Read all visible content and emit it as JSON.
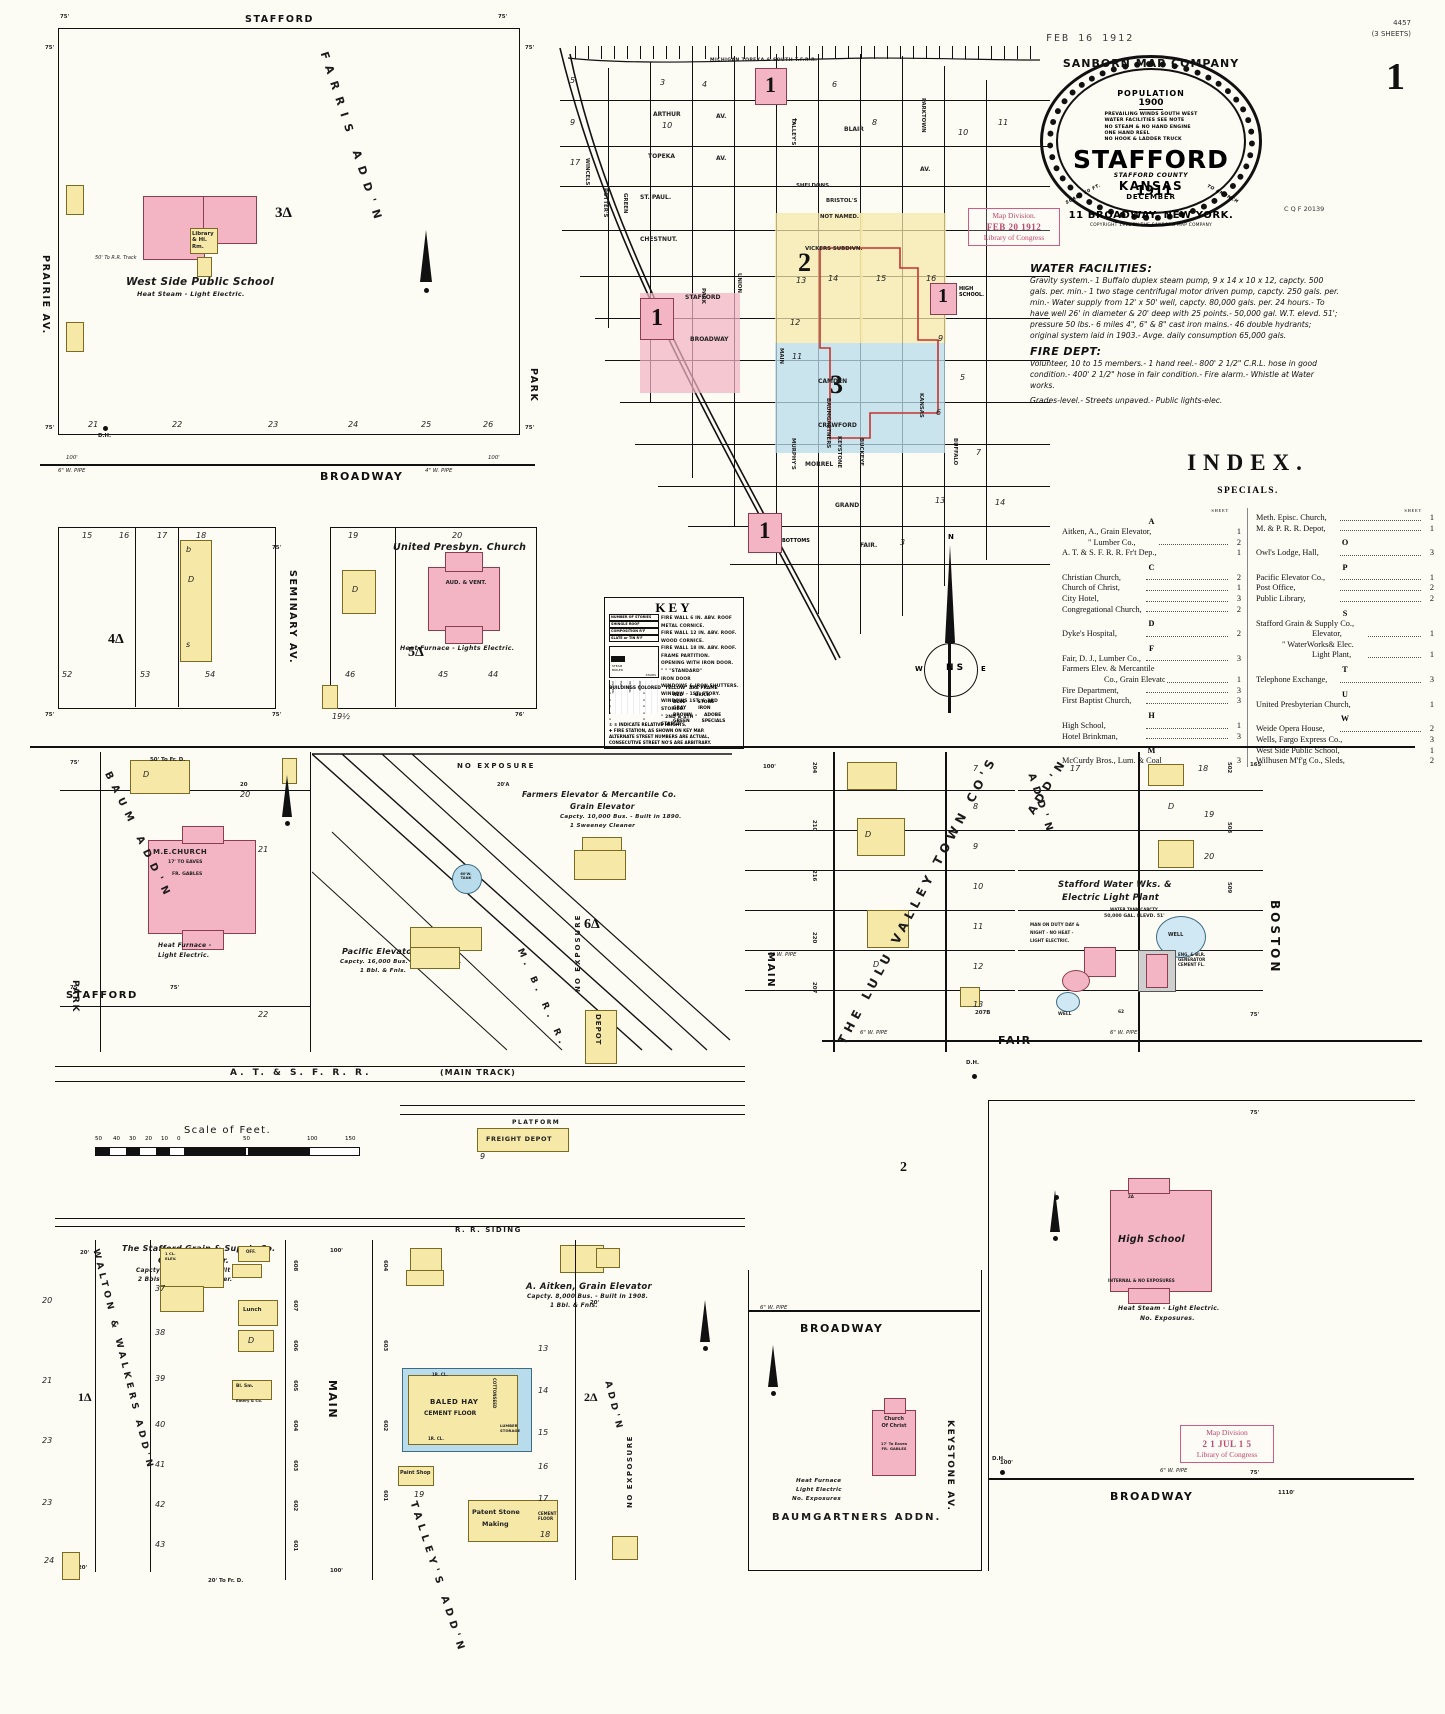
{
  "sheet": {
    "stamp_date": "FEB 16 1912",
    "catalog_number": "4457",
    "sheet_count": "(3 SHEETS)",
    "sheet_number": "1",
    "loc_stamp": {
      "line1": "Map Division.",
      "line2": "FEB 20 1912",
      "line3": "Library of Congress"
    },
    "loc_stamp_bottom": {
      "line1": "Map Division",
      "line2": "2 1 JUL 1 5",
      "line3": "Library of Congress"
    },
    "corner_code": "C Q F  20139"
  },
  "seal": {
    "company": "SANBORN MAP COMPANY",
    "population_label": "POPULATION",
    "population": "1900",
    "notes": [
      "PREVAILING WINDS SOUTH WEST",
      "WATER FACILITIES SEE NOTE",
      "NO STEAM & NO HAND ENGINE",
      "ONE HAND REEL",
      "NO HOOK & LADDER TRUCK"
    ],
    "city": "STAFFORD",
    "county": "STAFFORD COUNTY",
    "state": "KANSAS",
    "month": "DECEMBER",
    "year": "1911",
    "scale_left": "SCALE 50 FT.",
    "scale_right": "TO AN INCH",
    "address": "11 BROADWAY, NEW YORK.",
    "copyright": "COPYRIGHT 1912 BY THE SANBORN MAP COMPANY"
  },
  "notes": {
    "water_title": "WATER FACILITIES:",
    "water_body": "Gravity system.- 1 Buffalo duplex steam pump, 9 x 14 x 10 x 12, capcty. 500 gals. per. min.- 1 two stage centrifugal motor driven pump, capcty. 250 gals. per. min.- Water supply from 12' x 50' well, capcty. 80,000 gals. per. 24 hours.- To have well 26' in diameter & 20' deep with 25 points.- 50,000 gal. W.T. elevd. 51'; pressure 50 lbs.- 6 miles 4\", 6\" & 8\" cast iron mains.- 46 double hydrants; original system laid in 1903.- Avge. daily consumption 65,000 gals.",
    "fire_title": "FIRE DEPT:",
    "fire_body": "Volunteer, 10 to 15 members.- 1 hand reel.- 800' 2 1/2\" C.R.L. hose in good condition.- 400' 2 1/2\" hose in fair condition.- Fire alarm.- Whistle at Water works.",
    "grades": "Grades-level.- Streets unpaved.- Public lights-elec."
  },
  "index": {
    "title": "INDEX.",
    "subtitle": "SPECIALS.",
    "sheet_col_label": "SHEET",
    "left": [
      {
        "letter": "A"
      },
      {
        "name": "Aitken, A., Grain Elevator,",
        "page": "1",
        "dots": false
      },
      {
        "name": "\"          Lumber Co.,",
        "page": "2",
        "indent": 1
      },
      {
        "name": "A. T. & S. F. R. R. Fr't Dep.,",
        "page": "1",
        "dots": false
      },
      {
        "letter": "C"
      },
      {
        "name": "Christian Church,",
        "page": "2"
      },
      {
        "name": "Church of Christ,",
        "page": "1"
      },
      {
        "name": "City Hotel,",
        "page": "3"
      },
      {
        "name": "Congregational Church,",
        "page": "2"
      },
      {
        "letter": "D"
      },
      {
        "name": "Dyke's Hospital,",
        "page": "2"
      },
      {
        "letter": "F"
      },
      {
        "name": "Fair, D. J., Lumber Co.,",
        "page": "3"
      },
      {
        "name": "Farmers Elev. & Mercantile",
        "page": "",
        "dots": false
      },
      {
        "name": "Co., Grain Elevator,",
        "page": "1",
        "indent": 2
      },
      {
        "name": "Fire Department,",
        "page": "3"
      },
      {
        "name": "First Baptist Church,",
        "page": "3"
      },
      {
        "letter": "H"
      },
      {
        "name": "High School,",
        "page": "1"
      },
      {
        "name": "Hotel Brinkman,",
        "page": "3"
      },
      {
        "letter": "M"
      },
      {
        "name": "McCurdy Bros., Lum. & Coal",
        "page": "3",
        "dots": false
      }
    ],
    "right": [
      {
        "name": "Meth. Episc. Church,",
        "page": "1"
      },
      {
        "name": "M. & P. R. R. Depot,",
        "page": "1"
      },
      {
        "letter": "O"
      },
      {
        "name": "Owl's Lodge, Hall,",
        "page": "3"
      },
      {
        "letter": "P"
      },
      {
        "name": "Pacific Elevator Co.,",
        "page": "1"
      },
      {
        "name": "Post Office,",
        "page": "2"
      },
      {
        "name": "Public Library,",
        "page": "2"
      },
      {
        "letter": "S"
      },
      {
        "name": "Stafford Grain & Supply Co.,",
        "page": "",
        "dots": false
      },
      {
        "name": "Elevator,",
        "page": "1",
        "indent": 3
      },
      {
        "name": "\"         WaterWorks& Elec.",
        "page": "",
        "dots": false,
        "indent": 1
      },
      {
        "name": "Light Plant,",
        "page": "1",
        "indent": 3
      },
      {
        "letter": "T"
      },
      {
        "name": "Telephone Exchange,",
        "page": "3"
      },
      {
        "letter": "U"
      },
      {
        "name": "United Presbyterian Church,",
        "page": "1",
        "dots": false
      },
      {
        "letter": "W"
      },
      {
        "name": "Weide Opera House,",
        "page": "2"
      },
      {
        "name": "Wells, Fargo Express Co.,",
        "page": "3",
        "dots": false
      },
      {
        "name": "West Side Public School,",
        "page": "1",
        "dots": false
      },
      {
        "name": "Wilhusen M'f'g Co., Sleds,",
        "page": "2",
        "dots": false
      }
    ]
  },
  "key": {
    "title": "KEY",
    "items": [
      "FIRE WALL 6 IN. ABV. ROOF",
      "METAL CORNICE.",
      "FIRE WALL 12 IN. ABV. ROOF.",
      "WOOD CORNICE.",
      "FIRE WALL 18 IN. ABV. ROOF.",
      "FRAME PARTITION.",
      "OPENING WITH IRON DOOR.",
      "\"        \"   \"STANDARD\"",
      "IRON DOOR",
      "WINDOWS & IRON SHUTTERS.",
      "WINDOW - 1ST. STORY.",
      "WINDOWS 1ST. & 3RD STORIES.",
      "\"      2ND & 4TH    \"",
      "STABLE"
    ],
    "swatch_notes": [
      "NUMBER OF STORIES",
      "SHINGLE ROOF",
      "COMPOSITION R'F",
      "SLATE or TIN R'F"
    ],
    "colors_intro": "BUILDINGS  COLORED",
    "colors": [
      {
        "name": "YELLOW",
        "meaning": "ARE FRAME"
      },
      {
        "name": "RED",
        "meaning": "BRICK"
      },
      {
        "name": "BLUE",
        "meaning": "STONE"
      },
      {
        "name": "GRAY",
        "meaning": "IRON"
      },
      {
        "name": "BROWN",
        "meaning": "ADOBE"
      },
      {
        "name": "GREEN",
        "meaning": "SPECIALS"
      }
    ],
    "footer": [
      "① ② INDICATE RELATIVE HEIGHTS.",
      "✚  FIRE STATION, AS SHOWN ON KEY MAP.",
      "ALTERNATE STREET NUMBERS ARE ACTUAL,",
      "CONSECUTIVE STREET NO'S ARE ARBITRARY."
    ]
  },
  "scale": {
    "title": "Scale of Feet.",
    "ticks": [
      "50",
      "40",
      "30",
      "20",
      "10",
      "0",
      "50",
      "100",
      "150"
    ]
  },
  "compass": {
    "n": "N",
    "s": "S",
    "e": "E",
    "w": "W"
  },
  "key_map": {
    "division_numbers": [
      "1",
      "2",
      "3",
      "1",
      "1",
      "1",
      "1"
    ],
    "labels": [
      "MICHIGAN TOPEKA & SOUTH T.F.R.R.",
      "VICKERS SUBDIVN.",
      "ADDN.",
      "PARKTOWN",
      "BRISTOL'S",
      "SHELDONS",
      "NOT NAMED.",
      "BROADWAY",
      "CAMDEN",
      "CRAWFORD",
      "MORREL",
      "GRAND",
      "FAIR.",
      "BUFFALO",
      "KANSAS",
      "BUCKEYE",
      "KEYSTONE",
      "MURPHY'S",
      "CHESTNUT.",
      "ST. PAUL.",
      "TOPEKA   AV.",
      "ARTHUR   AV.",
      "BLAIR   AV.",
      "STAFFORD",
      "MAIN",
      "UNION",
      "PARK",
      "SEMINARY",
      "POTTER'S",
      "WINCELS",
      "GREEN",
      "TALLEY'S",
      "HIGH SCHOOL",
      "BOTTOMS"
    ]
  },
  "plates": {
    "west_side_school": {
      "title": "West Side Public School",
      "subtitle": "Heat Steam - Light Electric.",
      "block": "3Δ",
      "note_left": "50' To R.R. Track",
      "corner_note": "Library & Hi. Rm."
    },
    "presby": {
      "title": "United Presbyn. Church",
      "subtitle": "Heat Furnace - Lights Electric.",
      "block": "5Δ",
      "vent": "AUD. & VENT."
    },
    "block4": {
      "block": "4Δ"
    },
    "me_church": {
      "title": "M.E.CHURCH",
      "sub1": "17' TO EAVES",
      "sub2": "FR. GABLES",
      "subtitle": "Heat Furnace -",
      "subtitle2": "Light Electric."
    },
    "block6": {
      "block": "6Δ"
    },
    "farmers_elev": {
      "title": "Farmers Elevator & Mercantile Co.",
      "title2": "Grain Elevator",
      "capacity": "Capcty. 10,000 Bus. - Built in 1890.",
      "note": "1 Sweeney Cleaner"
    },
    "pacific_elev": {
      "title": "Pacific Elevator Co.",
      "capacity": "Capcty. 16,000 Bus. - Built in 1901.",
      "note": "1 Bbl. & Fnls."
    },
    "stafford_grain": {
      "title": "The Stafford Grain & Supply Co.",
      "title2": "Grain Elevator.",
      "capacity": "Capcty. 10,000 Bus. - Built in 1908.",
      "note": "2 Bbls. & Fnls. - 1 Cleaner."
    },
    "aitken_elev": {
      "title": "A. Aitken, Grain Elevator",
      "capacity": "Capcty. 8,000 Bus. - Built in 1908.",
      "note": "1 Bbl. & Fnls."
    },
    "water_works": {
      "title": "Stafford Water Wks. &",
      "title2": "Electric Light Plant",
      "sub1": "WATER TANK CAPCTY.",
      "sub2": "50,000 GAL. ELEVD. 51'",
      "note1": "MAN ON DUTY DAY &",
      "note2": "NIGHT - NO HEAT -",
      "note3": "LIGHT ELECTRIC.",
      "well": "WELL",
      "engine": "ENG. &BLR.",
      "cement": "CEMENT FL."
    },
    "high_school": {
      "title": "High School",
      "subtitle": "Heat Steam - Light Electric.",
      "subtitle2": "No. Exposures."
    },
    "church_of_christ": {
      "title": "Church",
      "title2": "Of Christ",
      "sub": "17' To Eaves",
      "sub2": "FR. GABLES"
    },
    "freight_depot": {
      "label": "FREIGHT DEPOT"
    },
    "depot": {
      "label": "DEPOT"
    },
    "rr_main": {
      "label": "A. T. & S. F. R. R.",
      "track": "(MAIN TRACK)"
    },
    "rr_siding": {
      "label": "R. R. SIDING"
    },
    "platform": {
      "label": "PLATFORM"
    },
    "baled_hay": {
      "label1": "BALED HAY",
      "label2": "CEMENT FLOOR"
    },
    "patent_stone": {
      "label1": "Patent Stone",
      "label2": "Making"
    },
    "paint_shop": {
      "label": "Paint Shop"
    },
    "lunch": {
      "label": "Lunch"
    },
    "baumgartners": {
      "label": "Baumgartners Addn."
    },
    "walton_walkers": {
      "label": "Walton & Walkers Addn."
    },
    "talley": {
      "label": "Talley's Addn."
    },
    "boston": {
      "label": "BOSTON"
    },
    "lulu_valley": {
      "label": "Lulu Valley Town Co's Addn."
    }
  },
  "street_labels": {
    "stafford_top": "STAFFORD",
    "broadway_mid": "BROADWAY",
    "prairie_av": "PRAIRIE   AV.",
    "park_av": "PARK",
    "seminary_av": "SEMINARY   AV.",
    "park_low": "PARK",
    "stafford_low": "STAFFORD",
    "main_mid": "MAIN",
    "main_low": "MAIN",
    "fair": "FAIR",
    "broadway_low": "BROADWAY",
    "broadway_low2": "BROADWAY",
    "keystone_av": "KEYSTONE   AV.",
    "boston": "BOSTON"
  },
  "pipes": {
    "six_w": "6\" W. PIPE",
    "four_w": "4\" W. PIPE",
    "eight_w": "8\" W. PIPE"
  },
  "misc": {
    "no_exposure": "NO EXPOSURE",
    "dh": "D.H.",
    "water_tank": "W. TANK"
  }
}
